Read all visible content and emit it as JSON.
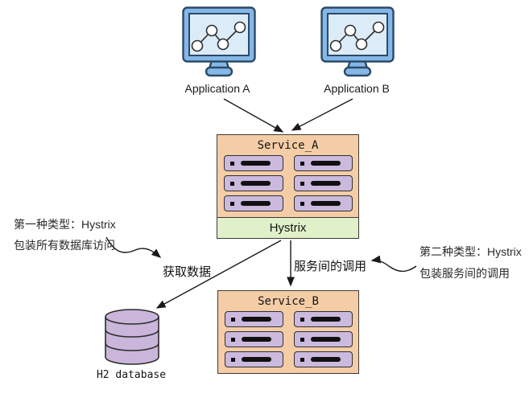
{
  "diagram": {
    "applications": [
      {
        "label": "Application A"
      },
      {
        "label": "Application B"
      }
    ],
    "service_a": {
      "title": "Service_A",
      "hystrix_label": "Hystrix"
    },
    "service_b": {
      "title": "Service_B"
    },
    "database": {
      "label": "H2 database"
    },
    "edge_labels": {
      "fetch_data": "获取数据",
      "inter_service_call": "服务间的调用"
    },
    "annotations": {
      "left": {
        "line1": "第一种类型：Hystrix",
        "line2": "包装所有数据库访问"
      },
      "right": {
        "line1": "第二种类型：Hystrix",
        "line2": "包装服务间的调用"
      }
    },
    "colors": {
      "monitor_frame": "#85B8E8",
      "monitor_screen": "#DCEBF8",
      "monitor_border": "#2B4A66",
      "service_fill": "#F4CDA6",
      "rack_fill": "#CBB9DE",
      "hystrix_fill": "#E0F0C8",
      "database_fill": "#C9B6DA",
      "outline": "#3A3A3A",
      "arrow": "#1A1A1A"
    }
  }
}
